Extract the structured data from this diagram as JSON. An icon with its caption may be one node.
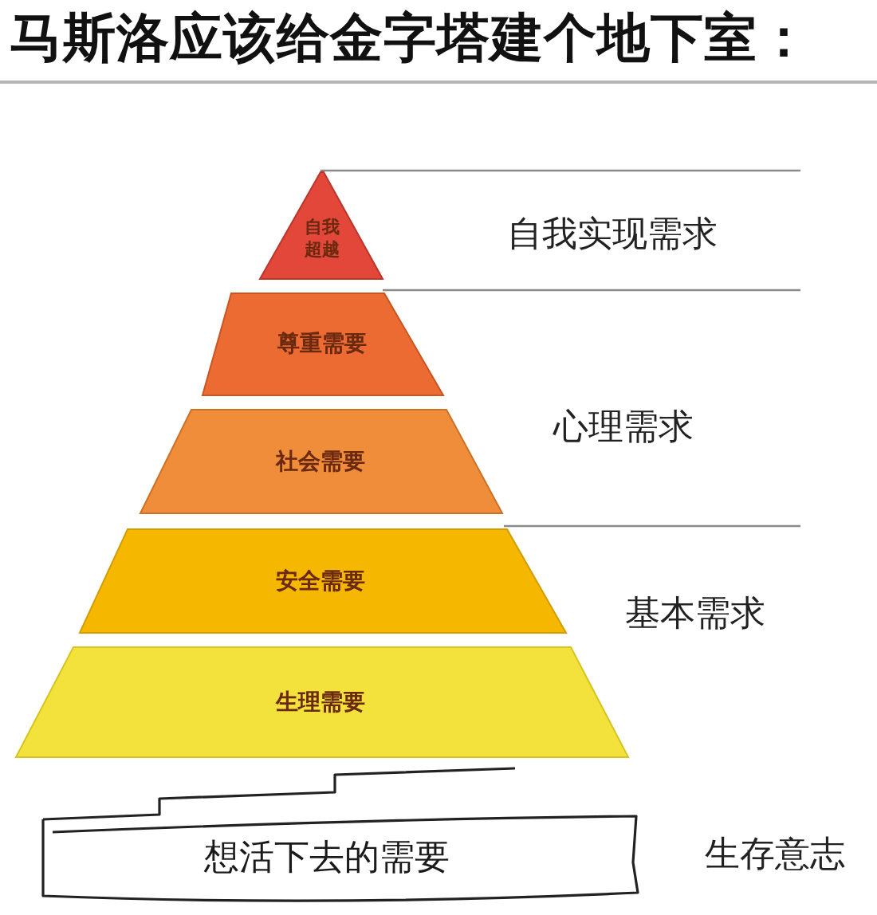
{
  "diagram": {
    "title": "马斯洛应该给金字塔建个地下室：",
    "nodes": [
      {
        "text": [
          "自我超越"
        ]
      },
      {
        "text": [
          "尊重需要"
        ]
      },
      {
        "text": [
          "社会需要"
        ]
      },
      {
        "text": [
          "安全需要"
        ]
      },
      {
        "text": [
          "生理需要"
        ]
      },
      {
        "text": [
          "想活下去的需要"
        ]
      }
    ],
    "labels": [
      "自我实现需求",
      "心理需求",
      "基本需求",
      "生存意志"
    ]
  }
}
